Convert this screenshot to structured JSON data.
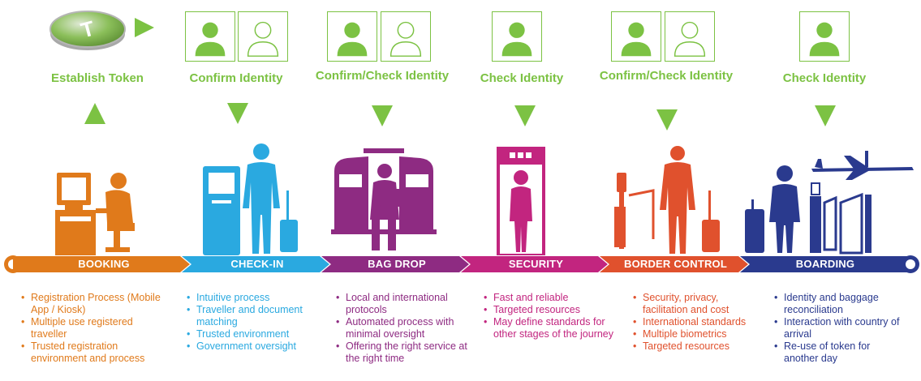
{
  "colors": {
    "green": "#7cc243",
    "booking": "#e07a1b",
    "checkin": "#2aa9e0",
    "bagdrop": "#8e2b82",
    "security": "#c2257f",
    "border": "#e0512d",
    "boarding": "#2a3a8e"
  },
  "token": {
    "letter": "T",
    "icon": "token-disc-icon"
  },
  "stages": [
    {
      "head": "Establish Token",
      "arrow": "up",
      "label": "BOOKING",
      "notes": [
        "Registration Process (Mobile App / Kiosk)",
        "Multiple use registered traveller",
        "Trusted registration environment and process"
      ]
    },
    {
      "head": "Confirm Identity",
      "arrow": "down",
      "label": "CHECK-IN",
      "notes": [
        "Intuitive process",
        "Traveller and document matching",
        "Trusted environment",
        "Government oversight"
      ]
    },
    {
      "head": "Confirm/Check Identity",
      "arrow": "down",
      "label": "BAG DROP",
      "notes": [
        "Local and international protocols",
        "Automated process with minimal oversight",
        "Offering the right service at the right time"
      ]
    },
    {
      "head": "Check Identity",
      "arrow": "down",
      "label": "SECURITY",
      "notes": [
        "Fast and reliable",
        "Targeted resources",
        "May define standards for other stages of the journey"
      ]
    },
    {
      "head": "Confirm/Check Identity",
      "arrow": "down",
      "label": "BORDER CONTROL",
      "notes": [
        "Security, privacy, facilitation and cost",
        "International standards",
        "Multiple biometrics",
        "Targeted resources"
      ]
    },
    {
      "head": "Check Identity",
      "arrow": "down",
      "label": "BOARDING",
      "notes": [
        "Identity and baggage reconciliation",
        "Interaction with country of arrival",
        "Re-use of token for another day"
      ]
    }
  ]
}
